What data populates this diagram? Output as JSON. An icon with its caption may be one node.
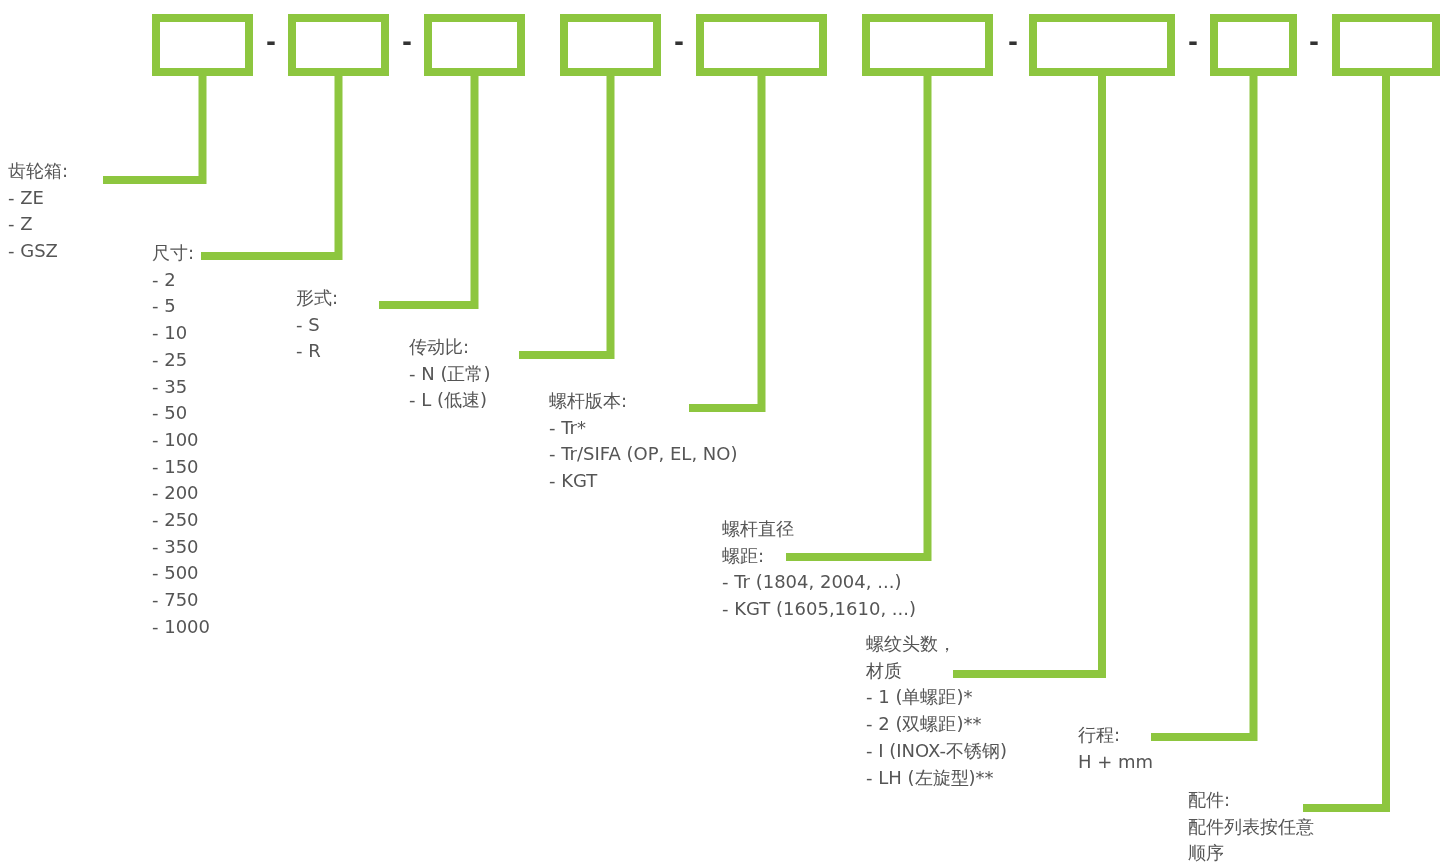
{
  "diagram": {
    "nodes": [
      {
        "text": [],
        "shape": "box"
      },
      {
        "text": [],
        "shape": "box"
      },
      {
        "text": [],
        "shape": "box"
      },
      {
        "text": [],
        "shape": "box"
      },
      {
        "text": [],
        "shape": "box"
      },
      {
        "text": [],
        "shape": "box"
      },
      {
        "text": [],
        "shape": "box"
      },
      {
        "text": [],
        "shape": "box"
      },
      {
        "text": [],
        "shape": "box"
      },
      {
        "text": [
          "齿轮箱:",
          "- ZE",
          "- Z",
          "- GSZ"
        ]
      },
      {
        "text": [
          "尺寸:",
          "- 2",
          "- 5",
          "- 10",
          "- 25",
          "- 35",
          "- 50",
          "- 100",
          "- 150",
          "- 200",
          "- 250",
          "- 350",
          "- 500",
          "- 750",
          "- 1000"
        ]
      },
      {
        "text": [
          "形式:",
          "- S",
          "- R"
        ]
      },
      {
        "text": [
          "传动比:",
          "- N (正常)",
          "- L (低速)"
        ]
      },
      {
        "text": [
          "螺杆版本:",
          "- Tr*",
          "- Tr/SIFA (OP, EL, NO)",
          "- KGT"
        ]
      },
      {
        "text": [
          "螺杆直径",
          "螺距:",
          "- Tr (1804, 2004, ...)",
          "- KGT (1605,1610, ...)"
        ]
      },
      {
        "text": [
          "螺纹头数，",
          "材质",
          "- 1 (单螺距)*",
          "- 2 (双螺距)**",
          "- I (INOX-不锈钢)",
          "- LH (左旋型)**"
        ]
      },
      {
        "text": [
          "行程:",
          "H + mm"
        ]
      },
      {
        "text": [
          "配件:",
          "配件列表按任意顺序"
        ]
      }
    ],
    "edges": [
      {
        "from": 9,
        "to": 0,
        "arrow": "none"
      },
      {
        "from": 10,
        "to": 1,
        "arrow": "none"
      },
      {
        "from": 11,
        "to": 2,
        "arrow": "none"
      },
      {
        "from": 12,
        "to": 3,
        "arrow": "none"
      },
      {
        "from": 13,
        "to": 4,
        "arrow": "none"
      },
      {
        "from": 14,
        "to": 5,
        "arrow": "none"
      },
      {
        "from": 15,
        "to": 6,
        "arrow": "none"
      },
      {
        "from": 16,
        "to": 7,
        "arrow": "none"
      },
      {
        "from": 17,
        "to": 8,
        "arrow": "none"
      }
    ],
    "labels": [
      "-",
      "-",
      "-",
      "-",
      "-",
      "-"
    ]
  }
}
